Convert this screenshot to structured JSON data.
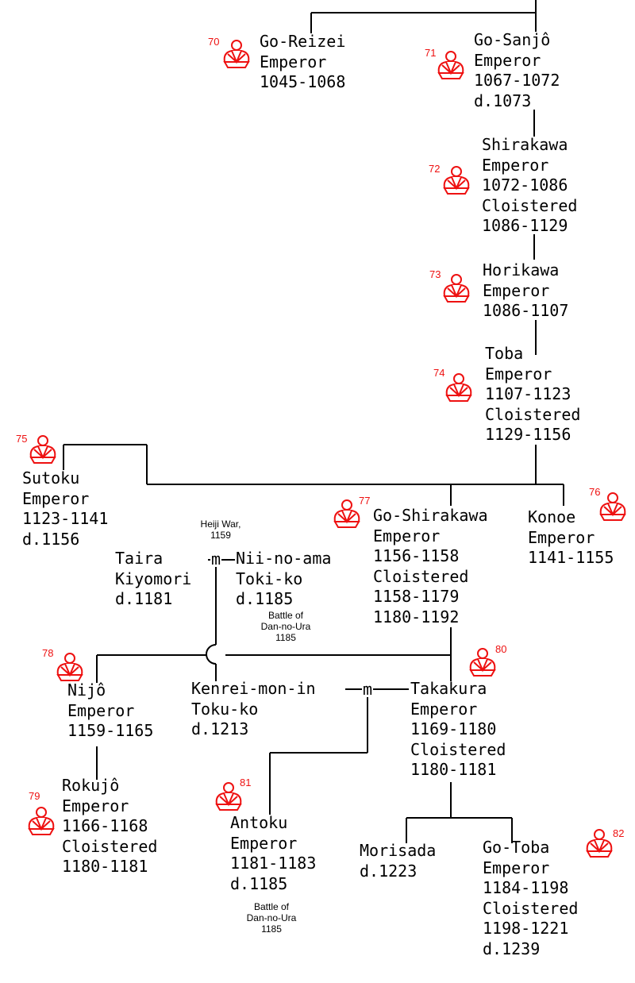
{
  "colors": {
    "crown": "#e11111",
    "line": "#000000",
    "text": "#000000"
  },
  "icon": "chrysanthemum-crown-icon",
  "marriage_mark": "m",
  "people": [
    {
      "id": "go-reizei",
      "number": "70",
      "lines": [
        "Go-Reizei",
        "Emperor",
        "1045-1068"
      ]
    },
    {
      "id": "go-sanjo",
      "number": "71",
      "lines": [
        "Go-Sanjô",
        "Emperor",
        "1067-1072",
        "d.1073"
      ]
    },
    {
      "id": "shirakawa",
      "number": "72",
      "lines": [
        "Shirakawa",
        "Emperor",
        "1072-1086",
        "Cloistered",
        "1086-1129"
      ]
    },
    {
      "id": "horikawa",
      "number": "73",
      "lines": [
        "Horikawa",
        "Emperor",
        "1086-1107"
      ]
    },
    {
      "id": "toba",
      "number": "74",
      "lines": [
        "Toba",
        "Emperor",
        "1107-1123",
        "Cloistered",
        "1129-1156"
      ]
    },
    {
      "id": "sutoku",
      "number": "75",
      "lines": [
        "Sutoku",
        "Emperor",
        "1123-1141",
        "d.1156"
      ]
    },
    {
      "id": "konoe",
      "number": "76",
      "lines": [
        "Konoe",
        "Emperor",
        "1141-1155"
      ]
    },
    {
      "id": "go-shirakawa",
      "number": "77",
      "lines": [
        "Go-Shirakawa",
        "Emperor",
        "1156-1158",
        "Cloistered",
        "1158-1179",
        "1180-1192"
      ]
    },
    {
      "id": "taira-kiyomori",
      "lines": [
        "Taira",
        "Kiyomori",
        "d.1181"
      ]
    },
    {
      "id": "nii-no-ama",
      "lines": [
        "Nii-no-ama",
        "Toki-ko",
        "d.1185"
      ]
    },
    {
      "id": "nijo",
      "number": "78",
      "lines": [
        "Nijô",
        "Emperor",
        "1159-1165"
      ]
    },
    {
      "id": "kenrei-mon-in",
      "lines": [
        "Kenrei-mon-in",
        "Toku-ko",
        "d.1213"
      ]
    },
    {
      "id": "takakura",
      "number": "80",
      "lines": [
        "Takakura",
        "Emperor",
        "1169-1180",
        "Cloistered",
        "1180-1181"
      ]
    },
    {
      "id": "rokujo",
      "number": "79",
      "lines": [
        "Rokujô",
        "Emperor",
        "1166-1168",
        "Cloistered",
        "1180-1181"
      ]
    },
    {
      "id": "antoku",
      "number": "81",
      "lines": [
        "Antoku",
        "Emperor",
        "1181-1183",
        "d.1185"
      ]
    },
    {
      "id": "morisada",
      "lines": [
        "Morisada",
        "d.1223"
      ]
    },
    {
      "id": "go-toba",
      "number": "82",
      "lines": [
        "Go-Toba",
        "Emperor",
        "1184-1198",
        "Cloistered",
        "1198-1221",
        "d.1239"
      ]
    }
  ],
  "notes": [
    {
      "id": "heiji-war",
      "lines": [
        "Heiji War,",
        "1159"
      ]
    },
    {
      "id": "dan-no-ura-1",
      "lines": [
        "Battle of",
        "Dan-no-Ura",
        "1185"
      ]
    },
    {
      "id": "dan-no-ura-2",
      "lines": [
        "Battle of",
        "Dan-no-Ura",
        "1185"
      ]
    }
  ]
}
